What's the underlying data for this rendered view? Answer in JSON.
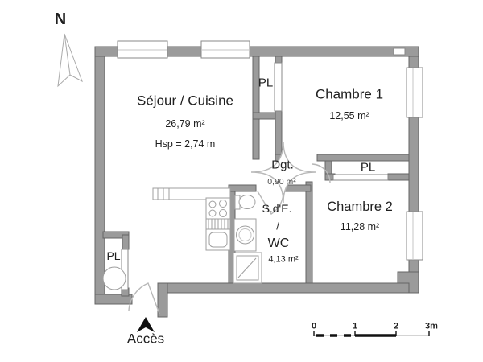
{
  "compass": {
    "label": "N"
  },
  "rooms": {
    "sejour": {
      "name": "Séjour / Cuisine",
      "area": "26,79 m²",
      "ceiling": "Hsp = 2,74 m"
    },
    "chambre1": {
      "name": "Chambre 1",
      "area": "12,55 m²"
    },
    "chambre2": {
      "name": "Chambre 2",
      "area": "11,28 m²"
    },
    "degagement": {
      "name": "Dgt.",
      "area": "0,90 m²"
    },
    "salle_eau": {
      "line1": "S.d'E.",
      "line2": "/",
      "line3": "WC",
      "area": "4,13 m²"
    },
    "placard_haut": {
      "name": "PL"
    },
    "placard_chambre2": {
      "name": "PL"
    },
    "placard_entree": {
      "name": "PL"
    }
  },
  "entrance": {
    "label": "Accès"
  },
  "scale_bar": {
    "ticks": [
      "0",
      "1",
      "2",
      "3m"
    ]
  },
  "colors": {
    "wall_fill": "#9b9b9b",
    "wall_stroke": "#646464",
    "thin_line": "#b8b8b8",
    "text": "#1f1f1f"
  }
}
